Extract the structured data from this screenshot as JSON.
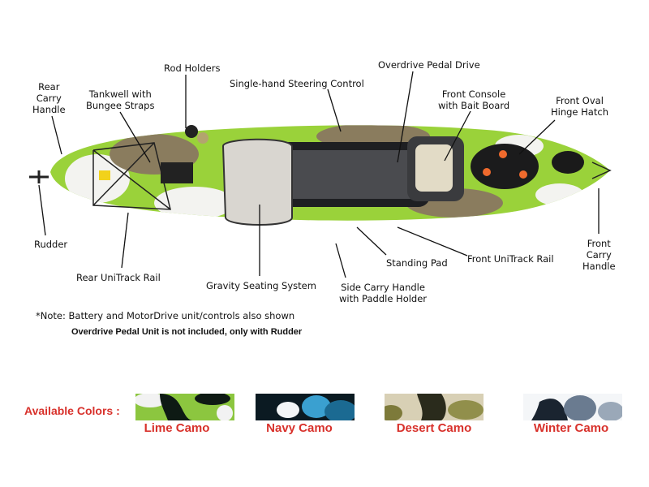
{
  "labels": {
    "rear_carry_handle": [
      "Rear",
      "Carry",
      "Handle"
    ],
    "tankwell": [
      "Tankwell with",
      "Bungee Straps"
    ],
    "rod_holders": "Rod Holders",
    "steering": "Single-hand Steering Control",
    "overdrive_pedal": "Overdrive Pedal Drive",
    "front_console": [
      "Front Console",
      "with Bait Board"
    ],
    "front_hatch": [
      "Front Oval",
      "Hinge Hatch"
    ],
    "rudder": "Rudder",
    "rear_unitrack": "Rear UniTrack Rail",
    "gravity_seating": "Gravity Seating System",
    "side_carry": [
      "Side Carry Handle",
      "with Paddle Holder"
    ],
    "standing_pad": "Standing Pad",
    "front_unitrack": "Front UniTrack Rail",
    "front_carry_handle": [
      "Front",
      "Carry",
      "Handle"
    ]
  },
  "notes": {
    "note1": "*Note:  Battery and MotorDrive unit/controls also shown",
    "note2": "Overdrive Pedal Unit is not included, only with Rudder"
  },
  "colors_section": {
    "title": "Available Colors :",
    "accent": "#d8312b",
    "options": [
      {
        "name": "Lime Camo",
        "colors": [
          "#8cc63f",
          "#0e1a14",
          "#f2f2f2",
          "#6aa42e"
        ]
      },
      {
        "name": "Navy Camo",
        "colors": [
          "#1b6a92",
          "#0b1a22",
          "#f2f5f7",
          "#3aa0d0"
        ]
      },
      {
        "name": "Desert Camo",
        "colors": [
          "#d8d0b5",
          "#2a2b1c",
          "#7d7a3a",
          "#918f4b"
        ]
      },
      {
        "name": "Winter Camo",
        "colors": [
          "#f4f6f8",
          "#1a2430",
          "#6a7b90",
          "#9aa8b8"
        ]
      }
    ]
  }
}
